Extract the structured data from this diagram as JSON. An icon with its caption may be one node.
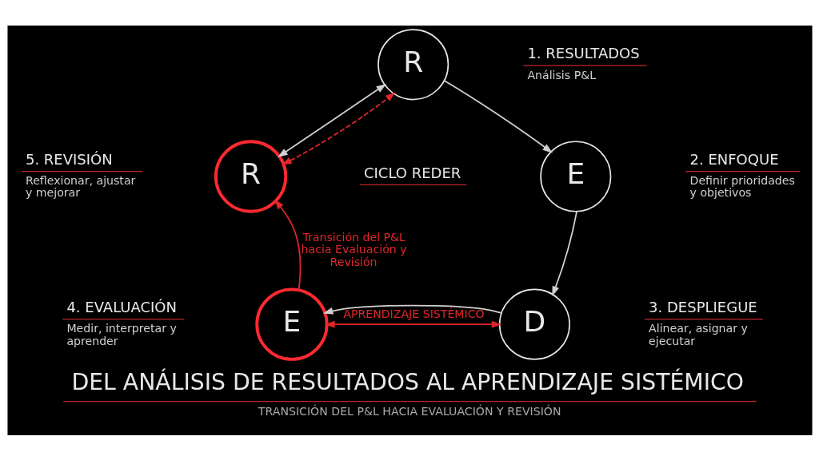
{
  "diagram": {
    "title": "DEL ANÁLISIS DE RESULTADOS AL APRENDIZAJE SISTÉMICO",
    "caption": "TRANSICIÓN DEL P&L HACIA EVALUACIÓN Y REVISIÓN",
    "nodes": [
      {
        "text": [
          "R"
        ],
        "beside": [
          "1. RESULTADOS",
          "Análisis P&L"
        ]
      },
      {
        "text": [
          "E"
        ],
        "beside": [
          "2. ENFOQUE",
          "Definir prioridades y objetivos"
        ]
      },
      {
        "text": [
          "D"
        ],
        "beside": [
          "3. DESPLIEGUE",
          "Alinear, asignar y ejecutar"
        ]
      },
      {
        "text": [
          "E"
        ],
        "beside": [
          "4. EVALUACIÓN",
          "Medir, interpretar y aprender"
        ]
      },
      {
        "text": [
          "R"
        ],
        "beside": [
          "5. REVISIÓN",
          "Reflexionar, ajustar y mejorar"
        ]
      }
    ],
    "edges": [
      {
        "from": 0,
        "to": 1,
        "arrow": "to"
      },
      {
        "from": 1,
        "to": 2,
        "arrow": "to"
      },
      {
        "from": 2,
        "to": 3,
        "arrow": "to"
      },
      {
        "from": 3,
        "to": 4,
        "arrow": "to",
        "label": "Transición del P&L hacia Evaluación y Revisión",
        "color": "#e0262b"
      },
      {
        "from": 4,
        "to": 0,
        "arrow": "both"
      },
      {
        "from": 4,
        "to": 0,
        "arrow": "both",
        "style": "dashed",
        "color": "#e0262b"
      },
      {
        "from": 3,
        "to": 2,
        "arrow": "both",
        "label": "APRENDIZAJE SISTÉMICO",
        "color": "#e0262b"
      }
    ],
    "labels": [
      "CICLO REDER"
    ]
  }
}
